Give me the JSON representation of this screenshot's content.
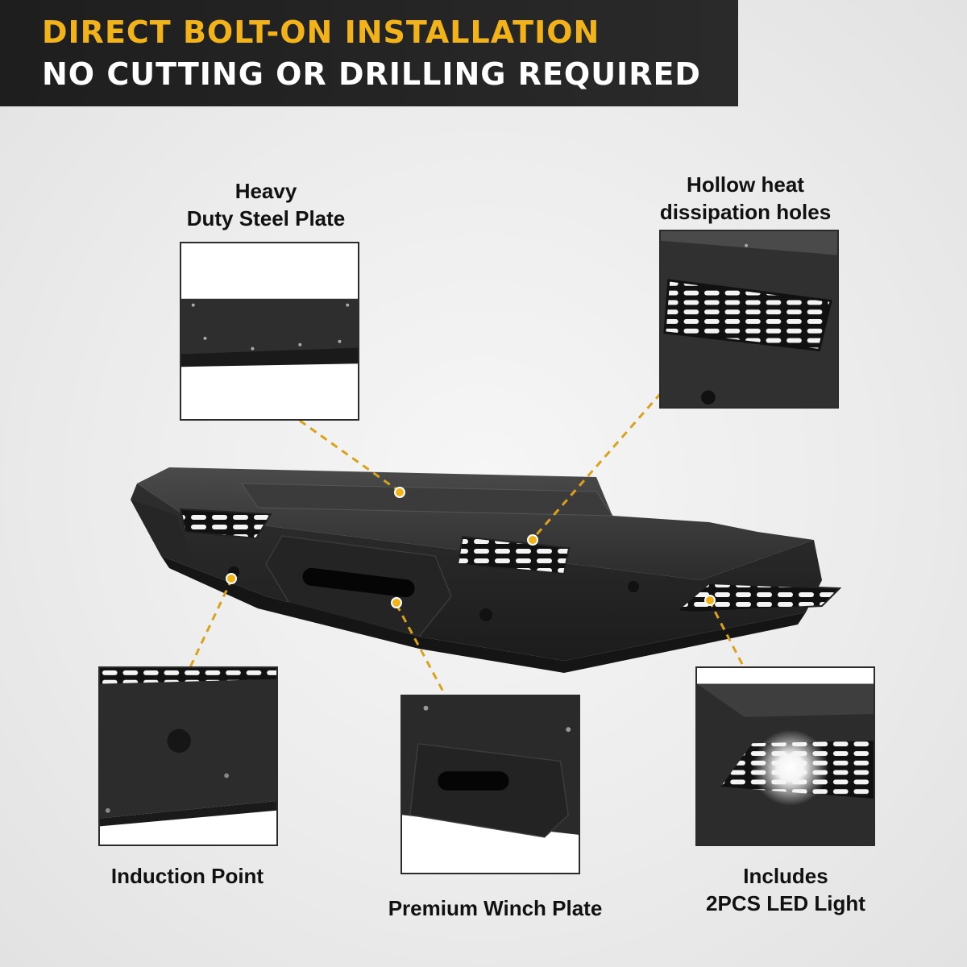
{
  "banner": {
    "line1": "DIRECT BOLT-ON INSTALLATION",
    "line2": "NO CUTTING OR DRILLING REQUIRED"
  },
  "callouts": {
    "steel_plate": {
      "line1": "Heavy",
      "line2": "Duty Steel Plate"
    },
    "heat_holes": {
      "line1": "Hollow heat",
      "line2": "dissipation holes"
    },
    "induction_point": {
      "label": "Induction Point"
    },
    "winch_plate": {
      "label": "Premium Winch Plate"
    },
    "led_light": {
      "line1": "Includes",
      "line2": "2PCS LED Light"
    }
  },
  "colors": {
    "accent": "#f2b21a",
    "leader": "#d9a21e",
    "bumper": "#2a2a2a",
    "banner_bg": "#222222"
  }
}
